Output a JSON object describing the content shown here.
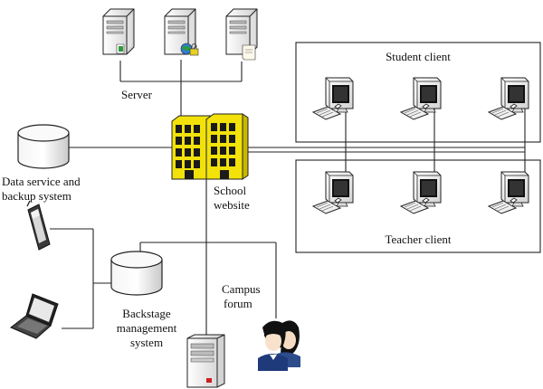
{
  "labels": {
    "server": "Server",
    "student_client": "Student client",
    "teacher_client": "Teacher client",
    "data_service": [
      "Data service and",
      "backup system"
    ],
    "school_website": [
      "School",
      "website"
    ],
    "backstage": [
      "Backstage",
      "management",
      "system"
    ],
    "campus_forum": [
      "Campus",
      "forum"
    ]
  },
  "icons": {
    "server_tower": "server-tower-icon",
    "desktop_pc": "desktop-computer-icon",
    "database": "database-cylinder-icon",
    "building": "office-building-icon",
    "phone": "mobile-phone-icon",
    "laptop": "laptop-icon",
    "users": "users-icon"
  },
  "colors": {
    "line": "#222222",
    "building_fill": "#f2e20a",
    "window_fill": "#1a1a1a",
    "panel_red": "#cc1f1f",
    "globe_green": "#2e9a3a",
    "lock_yellow": "#e7cf23"
  }
}
